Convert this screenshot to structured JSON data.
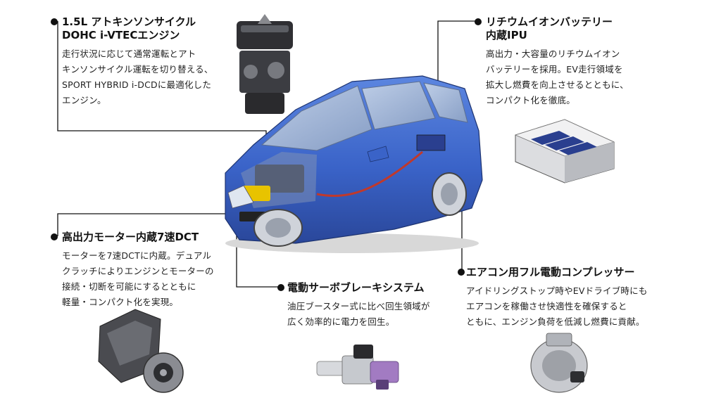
{
  "callouts": {
    "engine": {
      "title_line1": "1.5L アトキンソンサイクル",
      "title_line2": "DOHC i-VTECエンジン",
      "desc": [
        "走行状況に応じて通常運転とアト",
        "キンソンサイクル運転を切り替える、",
        "SPORT HYBRID i-DCDに最適化した",
        "エンジン。"
      ]
    },
    "battery": {
      "title_line1": "リチウムイオンバッテリー",
      "title_line2": "内蔵IPU",
      "desc": [
        "高出力・大容量のリチウムイオン",
        "バッテリーを採用。EV走行領域を",
        "拡大し燃費を向上させるとともに、",
        "コンパクト化を徹底。"
      ]
    },
    "dct": {
      "title_line1": "高出力モーター内蔵7速DCT",
      "desc": [
        "モーターを7速DCTに内蔵。デュアル",
        "クラッチによりエンジンとモーターの",
        "接続・切断を可能にするとともに",
        "軽量・コンパクト化を実現。"
      ]
    },
    "brake": {
      "title_line1": "電動サーボブレーキシステム",
      "desc": [
        "油圧ブースター式に比べ回生領域が",
        "広く効率的に電力を回生。"
      ]
    },
    "ac": {
      "title_line1": "エアコン用フル電動コンプレッサー",
      "desc": [
        "アイドリングストップ時やEVドライブ時にも",
        "エアコンを稼働させ快適性を確保すると",
        "ともに、エンジン負荷を低減し燃費に貢献。"
      ]
    }
  },
  "colors": {
    "car_body": "#3a63c8",
    "line": "#111111",
    "battery_cells": "#2a3f8f"
  },
  "icons": [
    "engine-image",
    "battery-image",
    "dct-image",
    "brake-image",
    "compressor-image",
    "car-image"
  ]
}
